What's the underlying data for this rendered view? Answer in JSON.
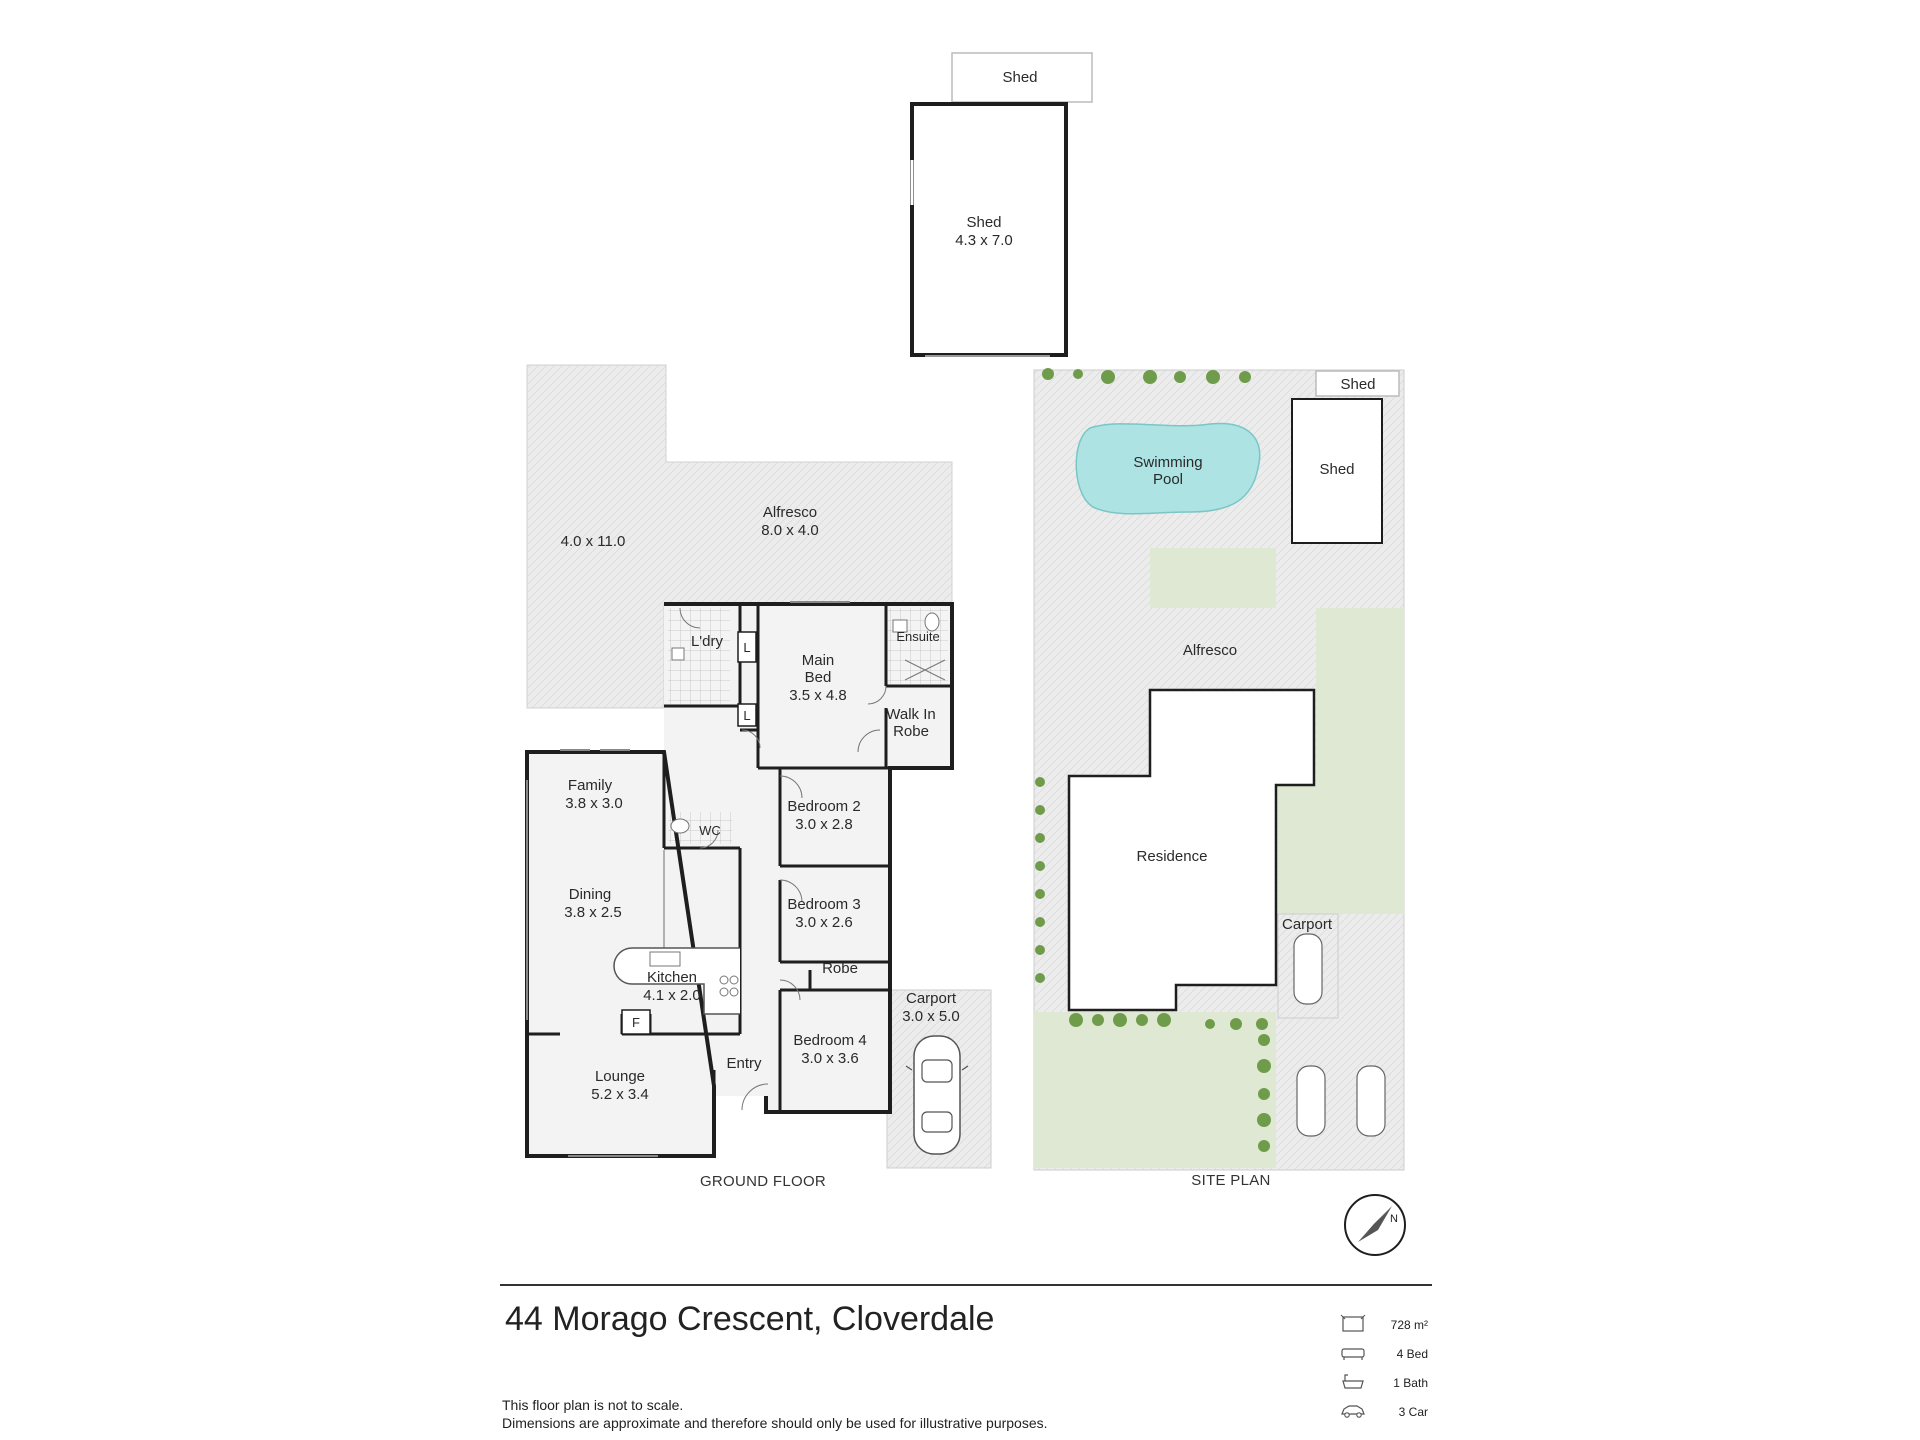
{
  "ground_floor": {
    "caption": "GROUND FLOOR",
    "rooms": [
      {
        "key": "shed_top",
        "name": "Shed",
        "size": ""
      },
      {
        "key": "shed_main",
        "name": "Shed",
        "size": "4.3 x 7.0"
      },
      {
        "key": "alfresco",
        "name": "Alfresco",
        "size": "8.0 x 4.0"
      },
      {
        "key": "alfresco_side",
        "name": "",
        "size": "4.0 x 11.0"
      },
      {
        "key": "laundry",
        "name": "L'dry",
        "size": ""
      },
      {
        "key": "main_bed",
        "name": "Main\nBed",
        "size": "3.5 x 4.8"
      },
      {
        "key": "ensuite",
        "name": "Ensuite",
        "size": ""
      },
      {
        "key": "walk_in_robe",
        "name": "Walk In\nRobe",
        "size": ""
      },
      {
        "key": "family",
        "name": "Family",
        "size": "3.8 x 3.0"
      },
      {
        "key": "bedroom2",
        "name": "Bedroom 2",
        "size": "3.0 x 2.8"
      },
      {
        "key": "wc",
        "name": "WC",
        "size": ""
      },
      {
        "key": "dining",
        "name": "Dining",
        "size": "3.8 x 2.5"
      },
      {
        "key": "bedroom3",
        "name": "Bedroom 3",
        "size": "3.0 x 2.6"
      },
      {
        "key": "robe",
        "name": "Robe",
        "size": ""
      },
      {
        "key": "kitchen",
        "name": "Kitchen",
        "size": "4.1 x 2.0"
      },
      {
        "key": "carport",
        "name": "Carport",
        "size": "3.0 x 5.0"
      },
      {
        "key": "bedroom4",
        "name": "Bedroom 4",
        "size": "3.0 x 3.6"
      },
      {
        "key": "entry",
        "name": "Entry",
        "size": ""
      },
      {
        "key": "lounge",
        "name": "Lounge",
        "size": "5.2 x 3.4"
      }
    ],
    "markers": {
      "linen_1": "L",
      "linen_2": "L",
      "fridge": "F"
    }
  },
  "site_plan": {
    "caption": "SITE PLAN",
    "labels": {
      "shed_small": "Shed",
      "pool": "Swimming\nPool",
      "shed": "Shed",
      "alfresco": "Alfresco",
      "residence": "Residence",
      "carport": "Carport"
    }
  },
  "property": {
    "address": "44 Morago Crescent, Cloverdale",
    "disclaimer_line1": "This floor plan is not to scale.",
    "disclaimer_line2": "Dimensions are approximate and therefore should only be used for illustrative purposes.",
    "stats": [
      {
        "icon": "land-area-icon",
        "value": "728 m²"
      },
      {
        "icon": "bed-icon",
        "value": "4 Bed"
      },
      {
        "icon": "bath-icon",
        "value": "1 Bath"
      },
      {
        "icon": "car-icon",
        "value": "3 Car"
      }
    ]
  },
  "colors": {
    "paving": "#ececec",
    "lawn": "#dfe8d3",
    "pool": "#aee3e3",
    "floor": "#f0f0f0",
    "wall": "#1e1e1e",
    "shrub": "#6f9c4a"
  }
}
